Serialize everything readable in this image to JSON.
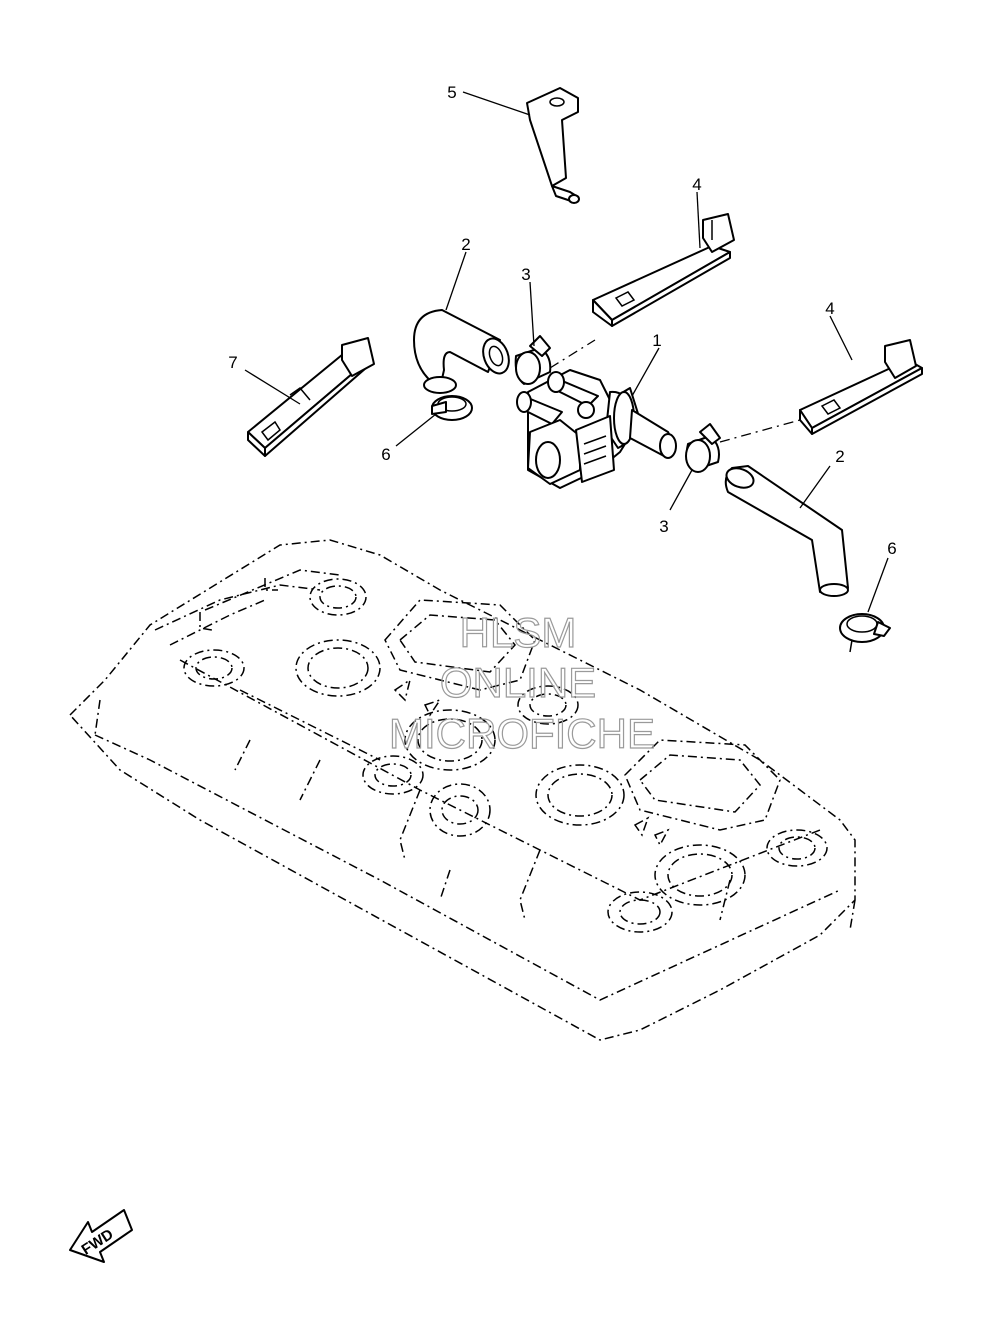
{
  "callouts": [
    {
      "id": "c1",
      "label": "1"
    },
    {
      "id": "c2a",
      "label": "2"
    },
    {
      "id": "c2b",
      "label": "2"
    },
    {
      "id": "c3a",
      "label": "3"
    },
    {
      "id": "c3b",
      "label": "3"
    },
    {
      "id": "c4a",
      "label": "4"
    },
    {
      "id": "c4b",
      "label": "4"
    },
    {
      "id": "c5",
      "label": "5"
    },
    {
      "id": "c6a",
      "label": "6"
    },
    {
      "id": "c6b",
      "label": "6"
    },
    {
      "id": "c7",
      "label": "7"
    }
  ],
  "watermark": {
    "line1": "HLSM",
    "line2": "ONLINE",
    "line3": "MICROFICHE"
  },
  "direction_badge": {
    "label": "FWD",
    "icon": "forward-arrow-icon"
  }
}
